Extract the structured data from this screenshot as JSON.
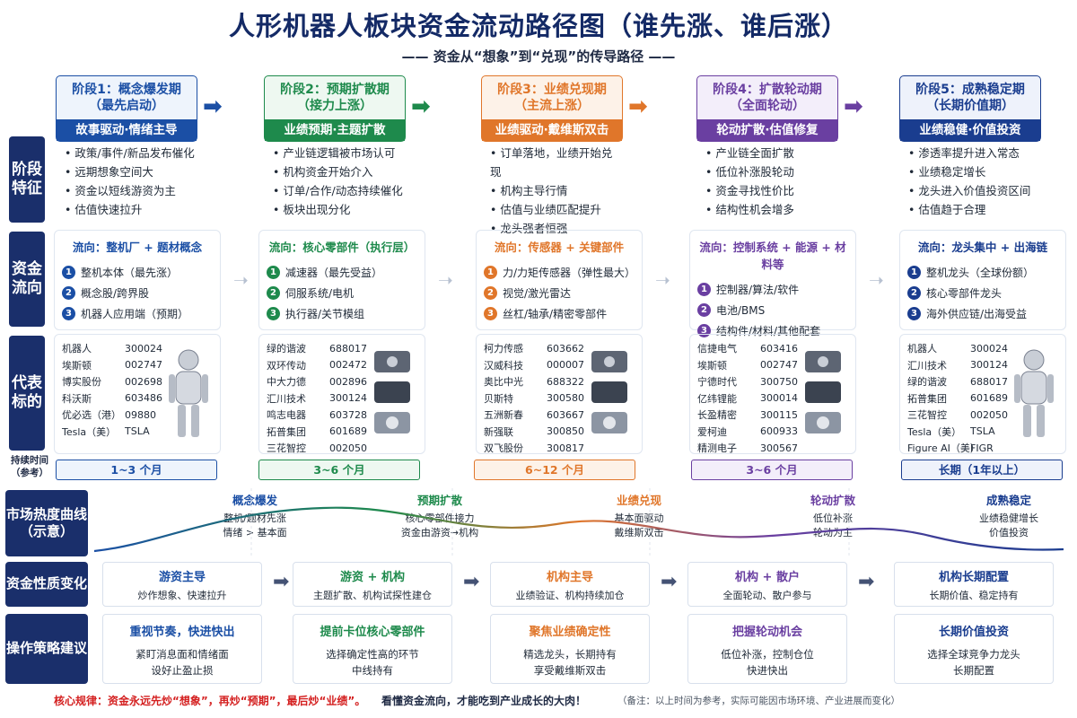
{
  "title": "人形机器人板块资金流动路径图（谁先涨、谁后涨）",
  "subtitle": "—— 资金从“想象”到“兑现”的传导路径 ——",
  "row_labels": {
    "features": "阶段特征",
    "flow": "资金流向",
    "reps": "代表标的",
    "duration": "持续时间（参考）",
    "heat": "市场热度曲线（示意）",
    "fund": "资金性质变化",
    "strategy": "操作策略建议"
  },
  "colors": {
    "blue": "#1b4fa5",
    "green": "#1e8a4c",
    "orange": "#e0762a",
    "purple": "#6a3fa1",
    "navy": "#1a3d8f"
  },
  "stages": [
    {
      "name": "阶段1：概念爆发期",
      "sub": "（最先启动）",
      "band": "故事驱动·情绪主导",
      "features": [
        "政策/事件/新品发布催化",
        "远期想象空间大",
        "资金以短线游资为主",
        "估值快速拉升"
      ],
      "flow_title": "流向：整机厂 + 题材概念",
      "flow_items": [
        "整机本体（最先涨）",
        "概念股/跨界股",
        "机器人应用端（预期）"
      ],
      "reps": [
        [
          "机器人",
          "300024"
        ],
        [
          "埃斯顿",
          "002747"
        ],
        [
          "博实股份",
          "002698"
        ],
        [
          "科沃斯",
          "603486"
        ],
        [
          "优必选（港）",
          "09880"
        ],
        [
          "Tesla（美）",
          "TSLA"
        ]
      ],
      "duration": "1~3 个月",
      "heat_title": "概念爆发",
      "heat_lines": [
        "整机/题材先涨",
        "情绪 > 基本面"
      ],
      "fund_title": "游资主导",
      "fund_sub": "炒作想象、快速拉升",
      "strat_title": "重视节奏，快进快出",
      "strat_lines": [
        "紧盯消息面和情绪面",
        "设好止盈止损"
      ]
    },
    {
      "name": "阶段2：预期扩散期",
      "sub": "（接力上涨）",
      "band": "业绩预期·主题扩散",
      "features": [
        "产业链逻辑被市场认可",
        "机构资金开始介入",
        "订单/合作/动态持续催化",
        "板块出现分化"
      ],
      "flow_title": "流向：核心零部件（执行层）",
      "flow_items": [
        "减速器（最先受益）",
        "伺服系统/电机",
        "执行器/关节模组"
      ],
      "reps": [
        [
          "绿的谐波",
          "688017"
        ],
        [
          "双环传动",
          "002472"
        ],
        [
          "中大力德",
          "002896"
        ],
        [
          "汇川技术",
          "300124"
        ],
        [
          "鸣志电器",
          "603728"
        ],
        [
          "拓普集团",
          "601689"
        ],
        [
          "三花智控",
          "002050"
        ]
      ],
      "duration": "3~6 个月",
      "heat_title": "预期扩散",
      "heat_lines": [
        "核心零部件接力",
        "资金由游资→机构"
      ],
      "fund_title": "游资 + 机构",
      "fund_sub": "主题扩散、机构试探性建仓",
      "strat_title": "提前卡位核心零部件",
      "strat_lines": [
        "选择确定性高的环节",
        "中线持有"
      ]
    },
    {
      "name": "阶段3：业绩兑现期",
      "sub": "（主流上涨）",
      "band": "业绩驱动·戴维斯双击",
      "features": [
        "订单落地，业绩开始兑现",
        "机构主导行情",
        "估值与业绩匹配提升",
        "龙头强者恒强"
      ],
      "flow_title": "流向：传感器 + 关键部件",
      "flow_items": [
        "力/力矩传感器（弹性最大）",
        "视觉/激光雷达",
        "丝杠/轴承/精密零部件"
      ],
      "reps": [
        [
          "柯力传感",
          "603662"
        ],
        [
          "汉威科技",
          "000007"
        ],
        [
          "奥比中光",
          "688322"
        ],
        [
          "贝斯特",
          "300580"
        ],
        [
          "五洲新春",
          "603667"
        ],
        [
          "新强联",
          "300850"
        ],
        [
          "双飞股份",
          "300817"
        ]
      ],
      "duration": "6~12 个月",
      "heat_title": "业绩兑现",
      "heat_lines": [
        "基本面驱动",
        "戴维斯双击"
      ],
      "fund_title": "机构主导",
      "fund_sub": "业绩验证、机构持续加仓",
      "strat_title": "聚焦业绩确定性",
      "strat_lines": [
        "精选龙头，长期持有",
        "享受戴维斯双击"
      ]
    },
    {
      "name": "阶段4：扩散轮动期",
      "sub": "（全面轮动）",
      "band": "轮动扩散·估值修复",
      "features": [
        "产业链全面扩散",
        "低位补涨股轮动",
        "资金寻找性价比",
        "结构性机会增多"
      ],
      "flow_title": "流向：控制系统 + 能源 + 材料等",
      "flow_items": [
        "控制器/算法/软件",
        "电池/BMS",
        "结构件/材料/其他配套"
      ],
      "reps": [
        [
          "信捷电气",
          "603416"
        ],
        [
          "埃斯顿",
          "002747"
        ],
        [
          "宁德时代",
          "300750"
        ],
        [
          "亿纬锂能",
          "300014"
        ],
        [
          "长盈精密",
          "300115"
        ],
        [
          "爱柯迪",
          "600933"
        ],
        [
          "精测电子",
          "300567"
        ]
      ],
      "duration": "3~6 个月",
      "heat_title": "轮动扩散",
      "heat_lines": [
        "低位补涨",
        "轮动为主"
      ],
      "fund_title": "机构 + 散户",
      "fund_sub": "全面轮动、散户参与",
      "strat_title": "把握轮动机会",
      "strat_lines": [
        "低位补涨，控制仓位",
        "快进快出"
      ]
    },
    {
      "name": "阶段5：成熟稳定期",
      "sub": "（长期价值期）",
      "band": "业绩稳健·价值投资",
      "features": [
        "渗透率提升进入常态",
        "业绩稳定增长",
        "龙头进入价值投资区间",
        "估值趋于合理"
      ],
      "flow_title": "流向：龙头集中 + 出海链",
      "flow_items": [
        "整机龙头（全球份额）",
        "核心零部件龙头",
        "海外供应链/出海受益"
      ],
      "reps": [
        [
          "机器人",
          "300024"
        ],
        [
          "汇川技术",
          "300124"
        ],
        [
          "绿的谐波",
          "688017"
        ],
        [
          "拓普集团",
          "601689"
        ],
        [
          "三花智控",
          "002050"
        ],
        [
          "Tesla（美）",
          "TSLA"
        ],
        [
          "Figure AI（美）",
          "FIGR"
        ]
      ],
      "duration": "长期（1年以上）",
      "heat_title": "成熟稳定",
      "heat_lines": [
        "业绩稳健增长",
        "价值投资"
      ],
      "fund_title": "机构长期配置",
      "fund_sub": "长期价值、稳定持有",
      "strat_title": "长期价值投资",
      "strat_lines": [
        "选择全球竞争力龙头",
        "长期配置"
      ]
    }
  ],
  "footer_rule": "核心规律：资金永远先炒“想象”，再炒“预期”，最后炒“业绩”。",
  "footer_rule2": "看懂资金流向，才能吃到产业成长的大肉！",
  "footer_note": "（备注：以上时间为参考，实际可能因市场环境、产业进展而变化）"
}
